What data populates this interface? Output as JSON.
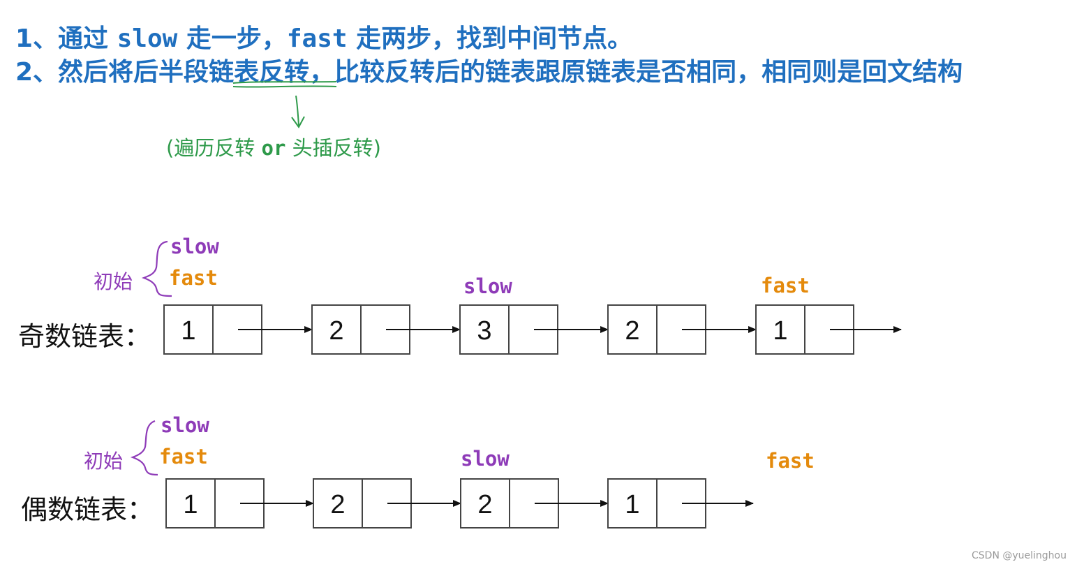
{
  "steps": {
    "step1": {
      "prefix": "1、通过 ",
      "slow": "slow",
      "mid": " 走一步，",
      "fast": "fast",
      "suffix": " 走两步，找到中间节点。"
    },
    "step2": {
      "prefix": "2、然后将后半段",
      "emph": "链表反转",
      "suffix": "，比较反转后的链表跟原链表是否相同，相同则是回文结构"
    }
  },
  "note": {
    "before": "(遍历反转 ",
    "or": "or",
    "after": " 头插反转)"
  },
  "odd": {
    "label": "奇数链表：",
    "init_label": "初始",
    "init_slow": "slow",
    "init_fast": "fast",
    "mid_slow": "slow",
    "end_fast": "fast",
    "nodes": [
      "1",
      "2",
      "3",
      "2",
      "1"
    ]
  },
  "even": {
    "label": "偶数链表：",
    "init_label": "初始",
    "init_slow": "slow",
    "init_fast": "fast",
    "mid_slow": "slow",
    "end_fast": "fast",
    "nodes": [
      "1",
      "2",
      "2",
      "1"
    ]
  },
  "colors": {
    "step_text": "#1f6fbf",
    "note": "#2e9a4a",
    "slow": "#8e3bb8",
    "fast": "#e48a0c",
    "node_border": "#444444"
  },
  "watermark": "CSDN @yuelinghou"
}
